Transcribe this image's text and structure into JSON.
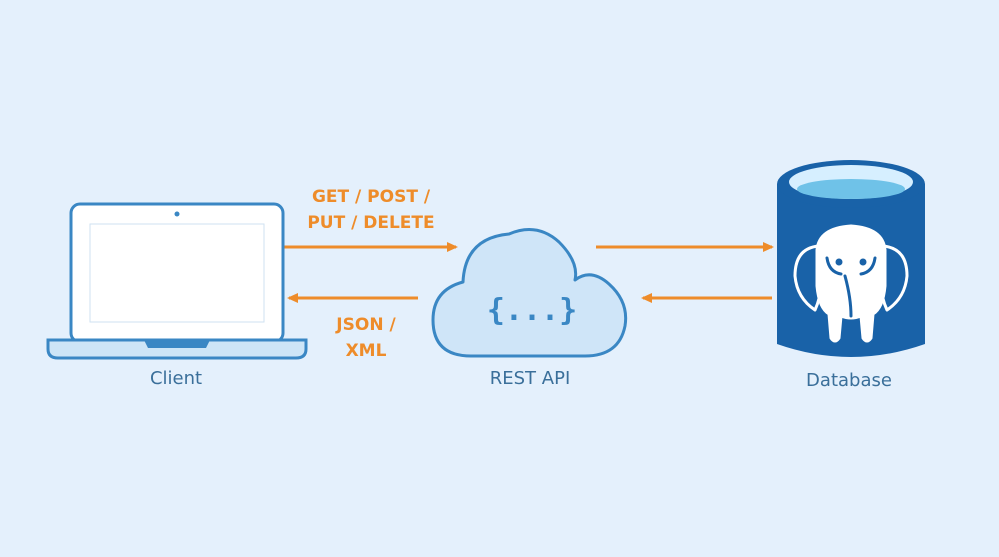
{
  "nodes": {
    "client": {
      "label": "Client"
    },
    "api": {
      "label": "REST API",
      "glyph": "{...}"
    },
    "database": {
      "label": "Database"
    }
  },
  "edges": {
    "request": {
      "line1": "GET / POST /",
      "line2": "PUT / DELETE"
    },
    "response": {
      "line1": "JSON /",
      "line2": "XML"
    }
  },
  "icons": {
    "client": "laptop-icon",
    "api": "cloud-icon",
    "database": "database-cylinder-icon",
    "database_logo": "postgresql-elephant-icon"
  },
  "colors": {
    "background": "#e4f0fc",
    "accent": "#ee8c2a",
    "outline": "#3a87c4",
    "label": "#3a6f9a",
    "database_body": "#1962a8"
  }
}
